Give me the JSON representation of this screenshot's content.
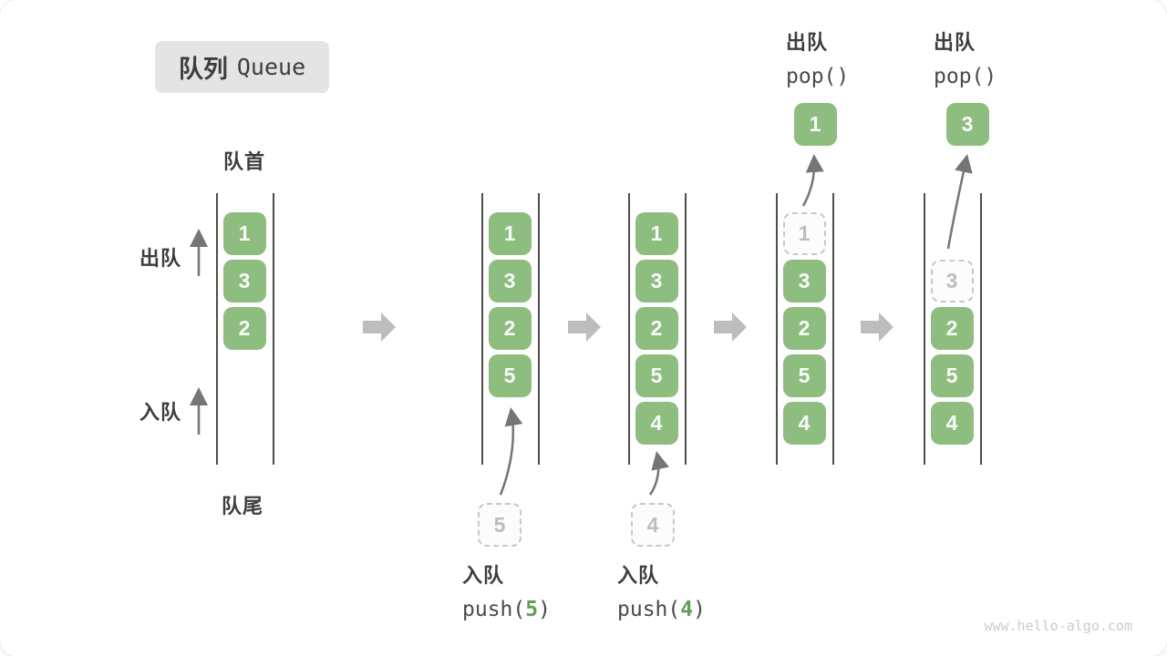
{
  "title": {
    "zh": "队列",
    "en": "Queue"
  },
  "side_labels": {
    "front": "队首",
    "rear": "队尾",
    "dequeue": "出队",
    "enqueue": "入队"
  },
  "states": [
    {
      "cells": [
        {
          "slot": 0,
          "value": "1",
          "style": "solid"
        },
        {
          "slot": 1,
          "value": "3",
          "style": "solid"
        },
        {
          "slot": 2,
          "value": "2",
          "style": "solid"
        }
      ]
    },
    {
      "cells": [
        {
          "slot": 0,
          "value": "1",
          "style": "solid"
        },
        {
          "slot": 1,
          "value": "3",
          "style": "solid"
        },
        {
          "slot": 2,
          "value": "2",
          "style": "solid"
        },
        {
          "slot": 3,
          "value": "5",
          "style": "solid"
        }
      ],
      "enqueue_value": "5",
      "op": {
        "label": "入队",
        "code_prefix": "push(",
        "code_arg": "5",
        "code_suffix": ")"
      }
    },
    {
      "cells": [
        {
          "slot": 0,
          "value": "1",
          "style": "solid"
        },
        {
          "slot": 1,
          "value": "3",
          "style": "solid"
        },
        {
          "slot": 2,
          "value": "2",
          "style": "solid"
        },
        {
          "slot": 3,
          "value": "5",
          "style": "solid"
        },
        {
          "slot": 4,
          "value": "4",
          "style": "solid"
        }
      ],
      "enqueue_value": "4",
      "op": {
        "label": "入队",
        "code_prefix": "push(",
        "code_arg": "4",
        "code_suffix": ")"
      }
    },
    {
      "cells": [
        {
          "slot": 0,
          "value": "1",
          "style": "dashed"
        },
        {
          "slot": 1,
          "value": "3",
          "style": "solid"
        },
        {
          "slot": 2,
          "value": "2",
          "style": "solid"
        },
        {
          "slot": 3,
          "value": "5",
          "style": "solid"
        },
        {
          "slot": 4,
          "value": "4",
          "style": "solid"
        }
      ],
      "dequeue_value": "1",
      "op": {
        "label": "出队",
        "code": "pop()"
      }
    },
    {
      "cells": [
        {
          "slot": 1,
          "value": "3",
          "style": "dashed"
        },
        {
          "slot": 2,
          "value": "2",
          "style": "solid"
        },
        {
          "slot": 3,
          "value": "5",
          "style": "solid"
        },
        {
          "slot": 4,
          "value": "4",
          "style": "solid"
        }
      ],
      "dequeue_value": "3",
      "op": {
        "label": "出队",
        "code": "pop()"
      }
    }
  ],
  "watermark": "www.hello-algo.com",
  "colors": {
    "box_green": "#8dbe80",
    "box_text": "#fafafa",
    "accent_green": "#5fa052",
    "dashed_border": "#c8c8c8",
    "dashed_text": "#bdbdbd",
    "label_dark": "#3d3d3d",
    "code_dark": "#4a4a4a",
    "arrow_gray": "#757575",
    "block_arrow_gray": "#bdbdbd",
    "line_dark": "#4d4d4d",
    "title_bg": "#e4e4e4",
    "watermark_gray": "#cbcbcb"
  }
}
